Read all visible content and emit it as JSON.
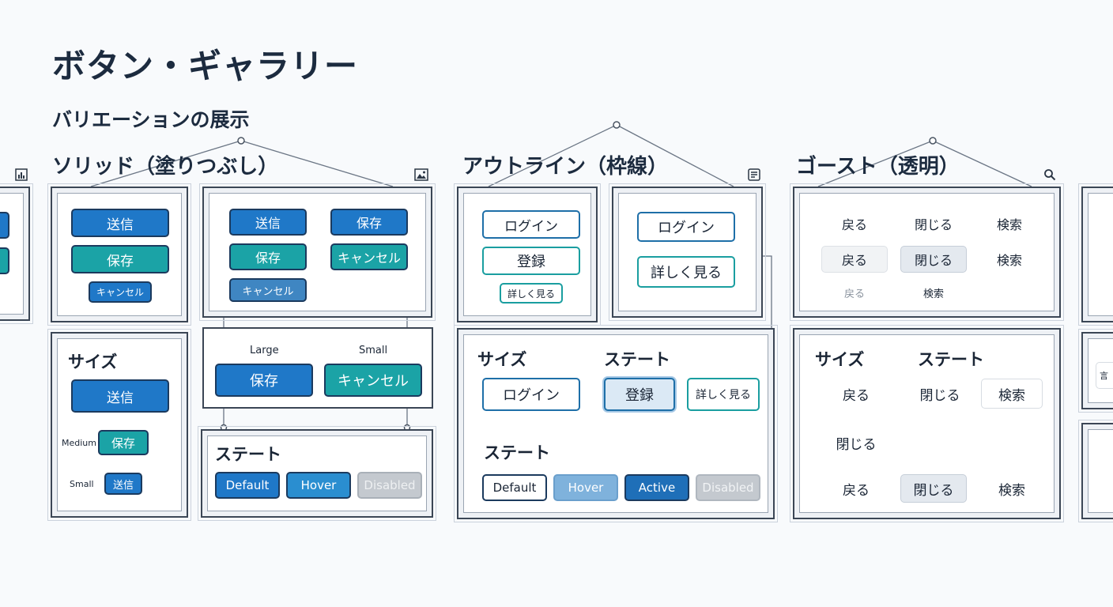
{
  "header": {
    "title": "ボタン・ギャラリー",
    "subtitle": "バリエーションの展示"
  },
  "solid": {
    "title": "ソリッド（塗りつぶし）",
    "icon_left": "bar-chart-icon",
    "icon_right": "image-icon",
    "p1": {
      "b1": "送信",
      "b2": "保存",
      "b3": "キャンセル"
    },
    "p2": {
      "b1": "送信",
      "b2": "保存",
      "b3": "保存",
      "b4": "キャンセル",
      "b5": "キャンセル"
    },
    "p3": {
      "large_label": "Large",
      "small_label": "Small",
      "b1": "保存",
      "b2": "キャンセル"
    },
    "p4": {
      "heading": "サイズ",
      "b1": "送信",
      "medium_label": "Medium",
      "b2": "保存",
      "small_label": "Small",
      "b3": "送信"
    },
    "p5": {
      "heading": "ステート",
      "b1": "Default",
      "b2": "Hover",
      "b3": "Disabled"
    }
  },
  "outline": {
    "title": "アウトライン（枠線）",
    "icon_right": "document-icon",
    "p1": {
      "b1": "ログイン",
      "b2": "登録",
      "b3": "詳しく見る"
    },
    "p2": {
      "b1": "ログイン",
      "b2": "詳しく見る"
    },
    "p3": {
      "size_heading": "サイズ",
      "state_heading": "ステート",
      "b1": "ログイン",
      "b2": "登録",
      "b3": "詳しく見る",
      "state_heading2": "ステート",
      "s1": "Default",
      "s2": "Hover",
      "s3": "Active",
      "s4": "Disabled"
    }
  },
  "ghost": {
    "title": "ゴースト（透明）",
    "icon_right": "search-icon",
    "p1": {
      "r1": [
        "戻る",
        "閉じる",
        "検索"
      ],
      "r2": [
        "戻る",
        "閉じる",
        "検索"
      ],
      "r3": [
        "戻る",
        "検索"
      ]
    },
    "p2": {
      "size_heading": "サイズ",
      "state_heading": "ステート",
      "r1": [
        "戻る",
        "閉じる",
        "検索"
      ],
      "r2": [
        "閉じる"
      ],
      "r3": [
        "戻る",
        "閉じる",
        "検索"
      ]
    }
  },
  "edge": {
    "partial_text": "言"
  },
  "colors": {
    "primary_blue": "#1f78c8",
    "teal": "#1ba3a6",
    "frame": "#3b4655",
    "disabled": "#c4c9cf"
  }
}
